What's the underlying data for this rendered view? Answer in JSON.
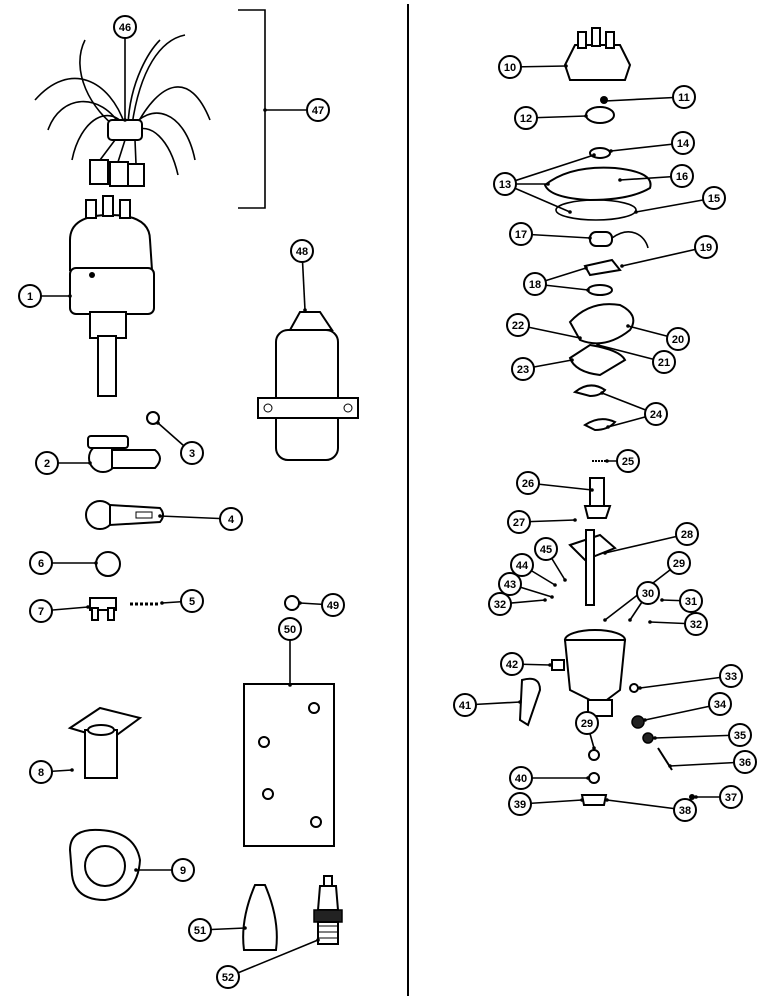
{
  "callouts": [
    {
      "id": "c1",
      "label": "1"
    },
    {
      "id": "c2",
      "label": "2"
    },
    {
      "id": "c3",
      "label": "3"
    },
    {
      "id": "c4",
      "label": "4"
    },
    {
      "id": "c5",
      "label": "5"
    },
    {
      "id": "c6",
      "label": "6"
    },
    {
      "id": "c7",
      "label": "7"
    },
    {
      "id": "c8",
      "label": "8"
    },
    {
      "id": "c9",
      "label": "9"
    },
    {
      "id": "c10",
      "label": "10"
    },
    {
      "id": "c11",
      "label": "11"
    },
    {
      "id": "c12",
      "label": "12"
    },
    {
      "id": "c13",
      "label": "13"
    },
    {
      "id": "c14",
      "label": "14"
    },
    {
      "id": "c15",
      "label": "15"
    },
    {
      "id": "c16",
      "label": "16"
    },
    {
      "id": "c17",
      "label": "17"
    },
    {
      "id": "c18",
      "label": "18"
    },
    {
      "id": "c19",
      "label": "19"
    },
    {
      "id": "c20",
      "label": "20"
    },
    {
      "id": "c21",
      "label": "21"
    },
    {
      "id": "c22",
      "label": "22"
    },
    {
      "id": "c23",
      "label": "23"
    },
    {
      "id": "c24",
      "label": "24"
    },
    {
      "id": "c25",
      "label": "25"
    },
    {
      "id": "c26",
      "label": "26"
    },
    {
      "id": "c27",
      "label": "27"
    },
    {
      "id": "c28",
      "label": "28"
    },
    {
      "id": "c29a",
      "label": "29"
    },
    {
      "id": "c29b",
      "label": "29"
    },
    {
      "id": "c30",
      "label": "30"
    },
    {
      "id": "c31",
      "label": "31"
    },
    {
      "id": "c32a",
      "label": "32"
    },
    {
      "id": "c32b",
      "label": "32"
    },
    {
      "id": "c33",
      "label": "33"
    },
    {
      "id": "c34",
      "label": "34"
    },
    {
      "id": "c35",
      "label": "35"
    },
    {
      "id": "c36",
      "label": "36"
    },
    {
      "id": "c37",
      "label": "37"
    },
    {
      "id": "c38",
      "label": "38"
    },
    {
      "id": "c39",
      "label": "39"
    },
    {
      "id": "c40",
      "label": "40"
    },
    {
      "id": "c41",
      "label": "41"
    },
    {
      "id": "c42",
      "label": "42"
    },
    {
      "id": "c43",
      "label": "43"
    },
    {
      "id": "c44",
      "label": "44"
    },
    {
      "id": "c45",
      "label": "45"
    },
    {
      "id": "c46",
      "label": "46"
    },
    {
      "id": "c47",
      "label": "47"
    },
    {
      "id": "c48",
      "label": "48"
    },
    {
      "id": "c49",
      "label": "49"
    },
    {
      "id": "c50",
      "label": "50"
    },
    {
      "id": "c51",
      "label": "51"
    },
    {
      "id": "c52",
      "label": "52"
    }
  ]
}
